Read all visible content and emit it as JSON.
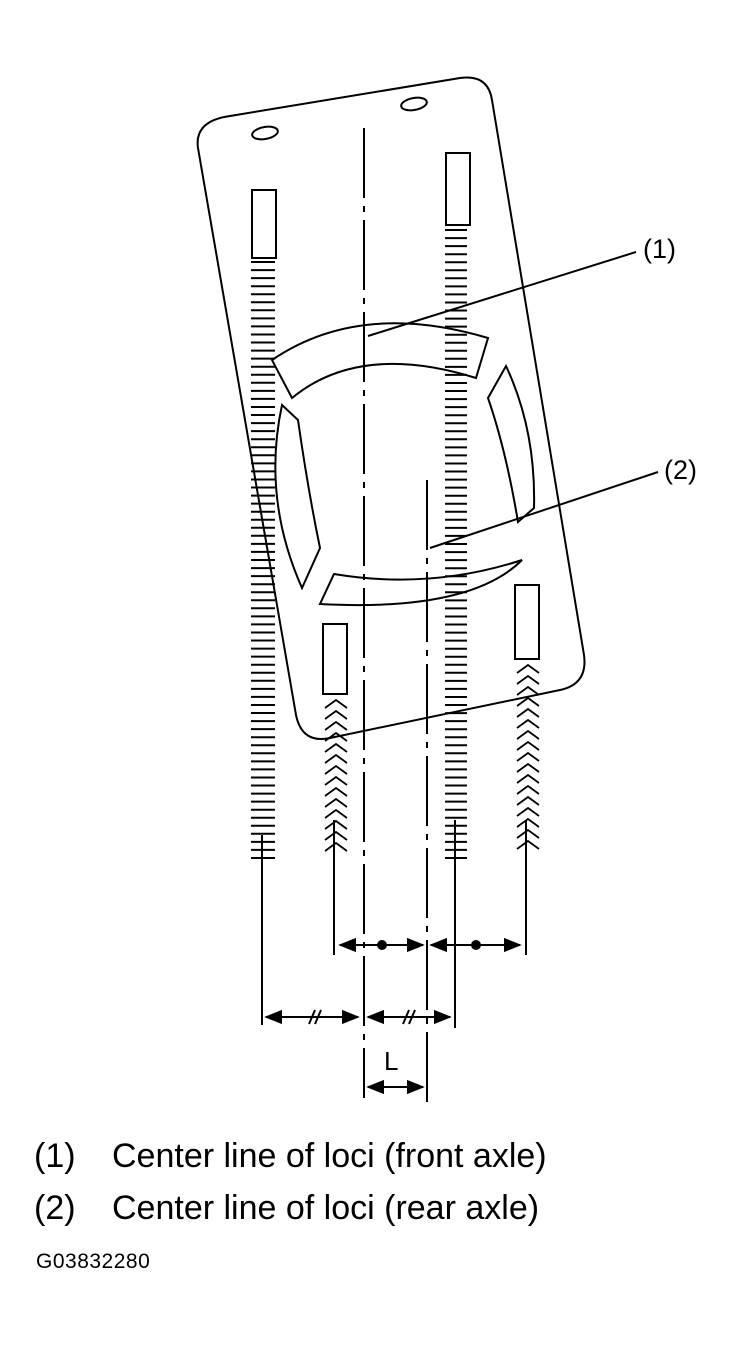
{
  "callouts": [
    {
      "id": "1",
      "label": "(1)"
    },
    {
      "id": "2",
      "label": "(2)"
    }
  ],
  "dimension_label": "L",
  "legend": [
    {
      "key": "(1)",
      "text": "Center line of loci (front axle)"
    },
    {
      "key": "(2)",
      "text": "Center line of loci (rear axle)"
    }
  ],
  "figure_id": "G03832280"
}
